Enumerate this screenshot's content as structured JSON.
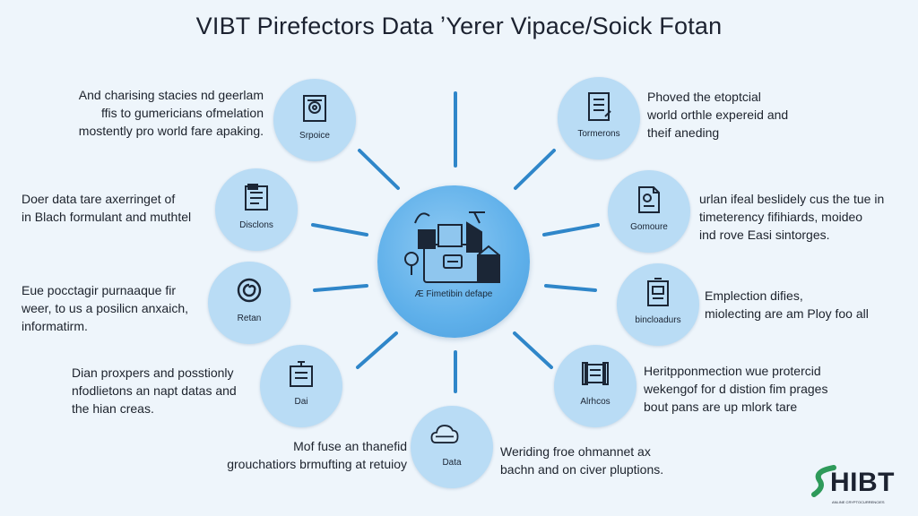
{
  "title": "VIBT Pirefectors Data ʼYerer Vipace/Soick Fotan",
  "hub": {
    "label": "Æ  Fimetibin defape"
  },
  "nodes": [
    {
      "label": "Srpoice",
      "icon": "safe-document-icon"
    },
    {
      "label": "Disclons",
      "icon": "document-icon"
    },
    {
      "label": "Retan",
      "icon": "spiral-icon"
    },
    {
      "label": "Dai",
      "icon": "notebook-icon"
    },
    {
      "label": "Data",
      "icon": "cloud-icon"
    },
    {
      "label": "Alrhcos",
      "icon": "scroll-icon"
    },
    {
      "label": "bincloadurs",
      "icon": "clipboard-icon"
    },
    {
      "label": "Gomoure",
      "icon": "file-icon"
    },
    {
      "label": "Tormerons",
      "icon": "file-cabinet-icon"
    }
  ],
  "descriptions": [
    {
      "lines": [
        "And charising stacies nd geerlam",
        "ffis to gumericians ofmelation",
        "mostently pro world fare apaking."
      ]
    },
    {
      "lines": [
        "Doer data tare axerringet of",
        "in Blach formulant and muthtel"
      ]
    },
    {
      "lines": [
        "Eue pocctagir purnaaque fir",
        "weer, to us a posilicn anxaich,",
        "informatirm."
      ]
    },
    {
      "lines": [
        "Dian proxpers and posstionly",
        "nfodlietons an napt datas and",
        "the hian creas."
      ]
    },
    {
      "lines": [
        "Mof fuse an thanefid",
        "grouchatiors brmufting at retuioy"
      ]
    },
    {
      "lines": [
        "Weriding froe ohmannet ax",
        "bachn and on civer pluptions."
      ]
    },
    {
      "lines": [
        "Heritpponmection wue protercid",
        "wekengof for d distion fim prages",
        "bout pans are up mlork tare"
      ]
    },
    {
      "lines": [
        "Emplection difies,",
        "miolecting are am Ploy foo all"
      ]
    },
    {
      "lines": [
        "urlan ifeal beslidely cus the tue in",
        "timeterency fifihiards, moideo",
        "ind rove Easi sintorges."
      ]
    },
    {
      "lines": [
        "Phoved the etoptcial",
        "world orthle expereid and",
        "theif aneding"
      ]
    }
  ],
  "logo": {
    "text": "HIBT",
    "tagline": "ANLINE CRYPTOCURRENCIES"
  },
  "colors": {
    "background": "#eef5fb",
    "hub": "#5fb0ea",
    "node": "#b9dcf5",
    "spoke": "#2f86c9",
    "logo_accent": "#2e9a5a"
  }
}
